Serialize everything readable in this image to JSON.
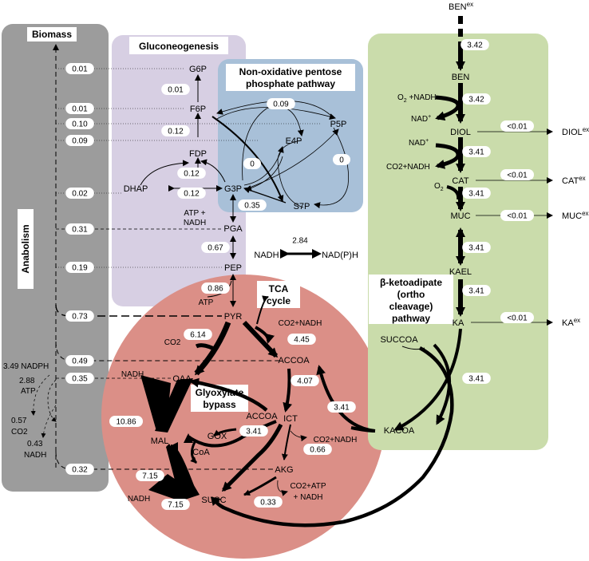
{
  "compartments": {
    "biomass": "Biomass",
    "anabolism": "Anabolism",
    "gluconeogenesis": "Gluconeogenesis",
    "ppp": [
      "Non-oxidative pentose",
      "phosphate pathway"
    ],
    "tca": [
      "TCA",
      "cycle"
    ],
    "glyoxylate": [
      "Glyoxylate",
      "bypass"
    ],
    "ketoadipate": [
      "β-ketoadipate",
      "(ortho",
      "cleavage)",
      "pathway"
    ]
  },
  "colors": {
    "biomass": "#9c9c9c",
    "gluconeogenesis": "#d7cfe3",
    "ppp": "#a8c0d8",
    "tca": "#db8f87",
    "ketoadipate": "#cadcab"
  },
  "metabolites": {
    "BEN": "BEN",
    "DIOL": "DIOL",
    "CAT": "CAT",
    "MUC": "MUC",
    "KAEL": "KAEL",
    "KA": "KA",
    "SUCCOA": "SUCCOA",
    "KACOA": "KACOA",
    "G6P": "G6P",
    "F6P": "F6P",
    "FDP": "FDP",
    "DHAP": "DHAP",
    "G3P": "G3P",
    "PGA": "PGA",
    "PEP": "PEP",
    "PYR": "PYR",
    "P5P": "P5P",
    "E4P": "E4P",
    "S7P": "S7P",
    "ACCOA_TCA": "ACCOA",
    "OAA": "OAA",
    "ICT": "ICT",
    "AKG": "AKG",
    "SUCC": "SUCC",
    "MAL": "MAL",
    "GOX": "GOX",
    "ACCOA_GLY": "ACCOA",
    "CoA": "CoA",
    "NADPH": "NAD(P)H"
  },
  "external": {
    "BEN_ex": {
      "base": "BEN",
      "sup": "ex"
    },
    "DIOL_ex": {
      "base": "DIOL",
      "sup": "ex"
    },
    "CAT_ex": {
      "base": "CAT",
      "sup": "ex"
    },
    "MUC_ex": {
      "base": "MUC",
      "sup": "ex"
    },
    "KA_ex": {
      "base": "KA",
      "sup": "ex"
    }
  },
  "cofactors": {
    "o2_nadh_1": {
      "base": "O",
      "sub": "2",
      "rest": " +NADH"
    },
    "nad_1": {
      "base": "NAD",
      "sup": "+"
    },
    "nad_2": {
      "base": "NAD",
      "sup": "+"
    },
    "co2_nadh_1": "CO2+NADH",
    "o2_2": {
      "base": "O",
      "sub": "2"
    },
    "atp_nadh_1": "ATP +",
    "atp_nadh_2": "NADH",
    "atp_pep": "ATP",
    "co2_pyr": "CO2",
    "co2_nadh_pyr": "CO2+NADH",
    "nadh_oaa": "NADH",
    "co2_nadh_ict": "CO2+NADH",
    "co2_atp_1": "CO2+ATP",
    "co2_atp_2": "+ NADH",
    "nadh_succ": "NADH",
    "nadh_mid": "NADH",
    "anab_nadph": "3.49 NADPH",
    "anab_atp_1": "2.88",
    "anab_atp_2": "ATP",
    "anab_co2_1": "0.57",
    "anab_co2_2": "CO2",
    "anab_nadh_1": "0.43",
    "anab_nadh_2": "NADH"
  },
  "fluxes": {
    "ben_in": "3.42",
    "ben_diol": "3.42",
    "diol_cat": "3.41",
    "cat_muc": "3.41",
    "muc_kael": "3.41",
    "kael_ka": "3.41",
    "ka_kacoa": "3.41",
    "kacoa_succoa": "3.41",
    "diol_ex": "<0.01",
    "cat_ex": "<0.01",
    "muc_ex": "<0.01",
    "ka_ex": "<0.01",
    "bio_g6p": "0.01",
    "g6p_f6p": "0.01",
    "bio_f6p": "0.01",
    "bio_p5p": "0.10",
    "bio_e4p": "0.09",
    "f6p_fdp": "0.12",
    "fdp_dhap": "0.12",
    "dhap_g3p": "0.12",
    "bio_dhap": "0.02",
    "ppp_f6p": "0.09",
    "ppp_s7p": "0",
    "ppp_p5p": "0",
    "g3p_pga": "0.35",
    "bio_pga": "0.31",
    "pep_pga": "0.67",
    "bio_pep": "0.19",
    "pyr_pep": "0.86",
    "nadh_nadph": "2.84",
    "bio_pyr": "0.73",
    "bio_accoa": "0.49",
    "bio_oaa": "0.35",
    "bio_succ": "0.32",
    "pyr_oaa": "6.14",
    "pyr_accoa": "4.45",
    "accoa_ict": "4.07",
    "mal_oaa": "10.86",
    "ict_gox": "3.41",
    "ict_akg": "0.66",
    "succ_mal": "7.15",
    "succ_nadh": "7.15",
    "akg_succ": "0.33"
  }
}
